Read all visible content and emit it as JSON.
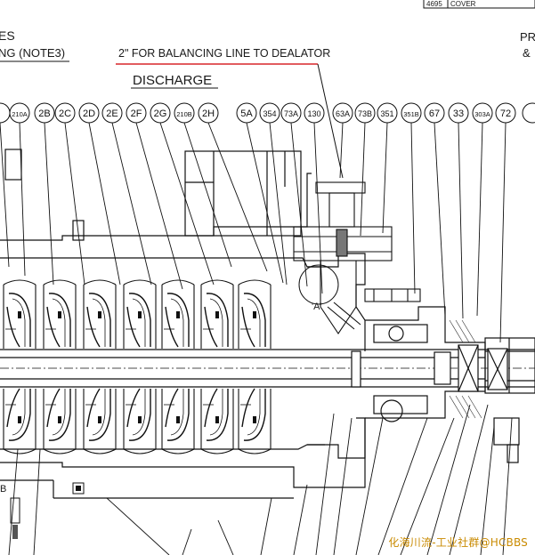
{
  "title_block": {
    "code": "4695",
    "text": "COVER"
  },
  "notes": {
    "left_line1": "ES",
    "left_line2": "NG (NOTE3)",
    "balancing": "2\" FOR BALANCING LINE TO DEALATOR",
    "discharge": "DISCHARGE",
    "right_line1": "PR",
    "right_line2": "&"
  },
  "balloons": [
    "210A",
    "2B",
    "2C",
    "2D",
    "2E",
    "2F",
    "2G",
    "210B",
    "2H",
    "5A",
    "354",
    "73A",
    "130",
    "63A",
    "73B",
    "351",
    "351B",
    "67",
    "33",
    "303A",
    "72"
  ],
  "detail_markers": {
    "a": "'A'",
    "b": "B"
  },
  "watermark": "化海川流-工业社群@HCBBS",
  "colors": {
    "ink": "#1a1a1a",
    "underline": "#d8262a",
    "watermark": "#c98a00"
  }
}
